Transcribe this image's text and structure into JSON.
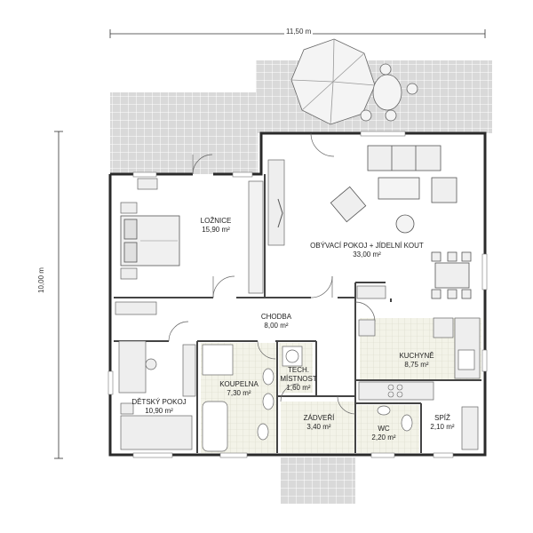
{
  "dimensions": {
    "width": "11,50 m",
    "height": "10,00 m"
  },
  "area_unit": "m²",
  "rooms": [
    {
      "id": "loznice",
      "name": "LOŽNICE",
      "area": "15,90"
    },
    {
      "id": "obyvaci",
      "name": "OBÝVACÍ POKOJ + JÍDELNÍ KOUT",
      "area": "33,00"
    },
    {
      "id": "chodba",
      "name": "CHODBA",
      "area": "8,00"
    },
    {
      "id": "kuchyne",
      "name": "KUCHYNĚ",
      "area": "8,75"
    },
    {
      "id": "koupelna",
      "name": "KOUPELNA",
      "area": "7,30"
    },
    {
      "id": "tech",
      "name": "TECH.\nMÍSTNOST",
      "area": "1,60"
    },
    {
      "id": "detsky",
      "name": "DĚTSKÝ POKOJ",
      "area": "10,90"
    },
    {
      "id": "zadveri",
      "name": "ZÁDVEŘÍ",
      "area": "3,40"
    },
    {
      "id": "wc",
      "name": "WC",
      "area": "2,20"
    },
    {
      "id": "spiz",
      "name": "SPÍŽ",
      "area": "2,10"
    }
  ],
  "colors": {
    "wall": "#2a2a2a",
    "terrace": "#d6d6d6",
    "tile": "#f1f1e6",
    "furniture": "#ececec",
    "floor": "#ffffff"
  }
}
